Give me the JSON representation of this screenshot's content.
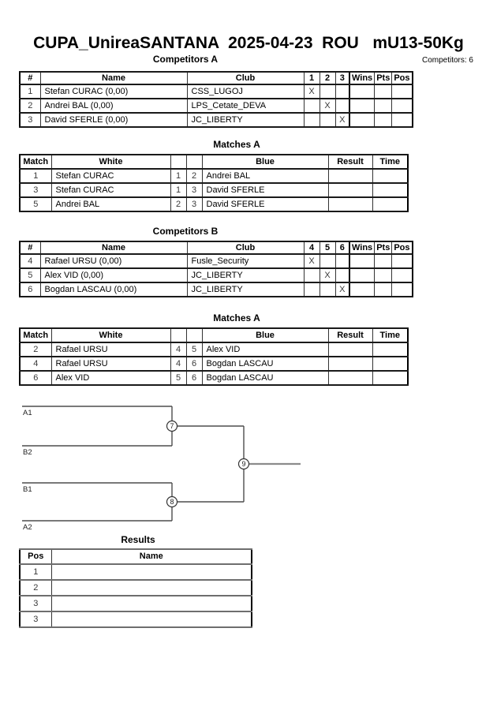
{
  "page": {
    "title": "CUPA_UnireaSANTANA  2025-04-23  ROU   mU13-50Kg",
    "competitors_count": "Competitors: 6"
  },
  "colors": {
    "text": "#000000",
    "grid": "#1a1a1a",
    "bracket_line": "#4d4d4d",
    "bracket_tail": "#8c8c8c"
  },
  "competitors_a": {
    "section_title": "Competitors A",
    "headers": {
      "num": "#",
      "name": "Name",
      "club": "Club",
      "c1": "1",
      "c2": "2",
      "c3": "3",
      "wins": "Wins",
      "pts": "Pts",
      "pos": "Pos"
    },
    "rows": [
      {
        "num": "1",
        "name": "Stefan CURAC  (0,00)",
        "club": "CSS_LUGOJ",
        "marks": [
          "X",
          "",
          ""
        ]
      },
      {
        "num": "2",
        "name": "Andrei BAL  (0,00)",
        "club": "LPS_Cetate_DEVA",
        "marks": [
          "",
          "X",
          ""
        ]
      },
      {
        "num": "3",
        "name": "David SFERLE  (0,00)",
        "club": "JC_LIBERTY",
        "marks": [
          "",
          "",
          "X"
        ]
      }
    ]
  },
  "matches_a": {
    "section_title": "Matches A",
    "headers": {
      "match": "Match",
      "white": "White",
      "blue": "Blue",
      "result": "Result",
      "time": "Time"
    },
    "rows": [
      {
        "match": "1",
        "white": "Stefan CURAC",
        "white_num": "1",
        "blue_num": "2",
        "blue": "Andrei BAL",
        "result": "",
        "time": ""
      },
      {
        "match": "3",
        "white": "Stefan CURAC",
        "white_num": "1",
        "blue_num": "3",
        "blue": "David SFERLE",
        "result": "",
        "time": ""
      },
      {
        "match": "5",
        "white": "Andrei BAL",
        "white_num": "2",
        "blue_num": "3",
        "blue": "David SFERLE",
        "result": "",
        "time": ""
      }
    ]
  },
  "competitors_b": {
    "section_title": "Competitors B",
    "headers": {
      "num": "#",
      "name": "Name",
      "club": "Club",
      "c1": "4",
      "c2": "5",
      "c3": "6",
      "wins": "Wins",
      "pts": "Pts",
      "pos": "Pos"
    },
    "rows": [
      {
        "num": "4",
        "name": "Rafael URSU  (0,00)",
        "club": "Fusle_Security",
        "marks": [
          "X",
          "",
          ""
        ]
      },
      {
        "num": "5",
        "name": "Alex VID  (0,00)",
        "club": "JC_LIBERTY",
        "marks": [
          "",
          "X",
          ""
        ]
      },
      {
        "num": "6",
        "name": "Bogdan LASCAU  (0,00)",
        "club": "JC_LIBERTY",
        "marks": [
          "",
          "",
          "X"
        ]
      }
    ]
  },
  "matches_b": {
    "section_title": "Matches A",
    "headers": {
      "match": "Match",
      "white": "White",
      "blue": "Blue",
      "result": "Result",
      "time": "Time"
    },
    "rows": [
      {
        "match": "2",
        "white": "Rafael URSU",
        "white_num": "4",
        "blue_num": "5",
        "blue": "Alex VID",
        "result": "",
        "time": ""
      },
      {
        "match": "4",
        "white": "Rafael URSU",
        "white_num": "4",
        "blue_num": "6",
        "blue": "Bogdan LASCAU",
        "result": "",
        "time": ""
      },
      {
        "match": "6",
        "white": "Alex VID",
        "white_num": "5",
        "blue_num": "6",
        "blue": "Bogdan LASCAU",
        "result": "",
        "time": ""
      }
    ]
  },
  "bracket": {
    "slots": {
      "top1": "A1",
      "top2": "B2",
      "bottom1": "B1",
      "bottom2": "A2"
    },
    "match_numbers": {
      "semi1": "7",
      "semi2": "8",
      "final": "9"
    }
  },
  "results": {
    "section_title": "Results",
    "headers": {
      "pos": "Pos",
      "name": "Name"
    },
    "rows": [
      {
        "pos": "1",
        "name": ""
      },
      {
        "pos": "2",
        "name": ""
      },
      {
        "pos": "3",
        "name": ""
      },
      {
        "pos": "3",
        "name": ""
      }
    ]
  }
}
